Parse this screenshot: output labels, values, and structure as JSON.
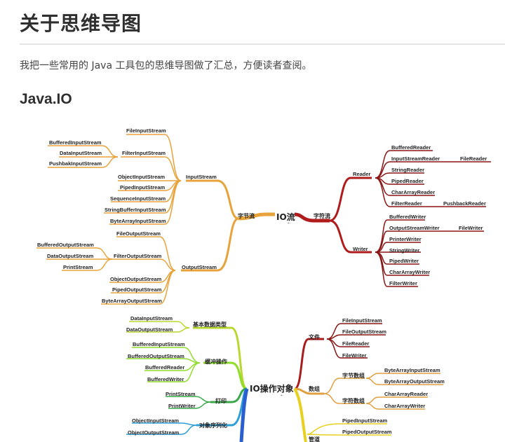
{
  "page": {
    "title": "关于思维导图",
    "intro": "我把一些常用的 Java 工具包的思维导图做了汇总，方便读者查阅。",
    "section_title": "Java.IO"
  },
  "mindmap_io_stream": {
    "root": "IO流",
    "branches": {
      "byte_stream": {
        "label": "字节流",
        "color": "#e8a23a",
        "input": {
          "label": "InputStream",
          "children": [
            "FileInputStream",
            "FilterInputStream",
            "ObjectInputStream",
            "PipedInputStream",
            "SequenceInputStream",
            "StringBufferInputStream",
            "ByteArrayInputStream"
          ],
          "filter_children": [
            "BufferedInputStream",
            "DataInputStream",
            "PushbakInputStream"
          ]
        },
        "output": {
          "label": "OutputStream",
          "children": [
            "FileOutputStream",
            "FilterOutputStream",
            "ObjectOutputStream",
            "PipedOutputStream",
            "ByteArrayOutputStream"
          ],
          "filter_children": [
            "BufferedOutputStream",
            "DataOutputStream",
            "PrintStream"
          ]
        }
      },
      "char_stream": {
        "label": "字符流",
        "color": "#b01c1c",
        "reader": {
          "label": "Reader",
          "children": [
            "BufferedReader",
            "InputStreamReader",
            "StringReader",
            "PipedReader",
            "CharArrayReader",
            "FilterReader"
          ],
          "sub": {
            "InputStreamReader": "FileReader",
            "FilterReader": "PushbackReader"
          }
        },
        "writer": {
          "label": "Writer",
          "children": [
            "BufferedWriter",
            "OutputStreamWriter",
            "PrinterWriter",
            "StringWriter",
            "PipedWriter",
            "CharArrayWriter",
            "FilterWriter"
          ],
          "sub": {
            "OutputStreamWriter": "FileWriter"
          }
        }
      }
    }
  },
  "mindmap_io_objects": {
    "root": "IO操作对象",
    "left": [
      {
        "label": "基本数据类型",
        "color": "#b8d830",
        "children": [
          "DataInputStream",
          "DataOutputStream"
        ]
      },
      {
        "label": "缓冲操作",
        "color": "#8fdc2a",
        "children": [
          "BufferedInputStream",
          "BufferedOutputStream",
          "BufferedReader",
          "BufferedWriter"
        ]
      },
      {
        "label": "打印",
        "color": "#3aa84a",
        "children": [
          "PrintStream",
          "PrintWriter"
        ]
      },
      {
        "label": "对象序列化",
        "color": "#2f9fd8",
        "children": [
          "ObjectInputStream",
          "ObjectOutputStream"
        ]
      }
    ],
    "right": [
      {
        "label": "文件",
        "color": "#a81c1c",
        "children": [
          "FileInputStream",
          "FileOutputStream",
          "FileReader",
          "FileWriter"
        ]
      },
      {
        "label": "数组",
        "color": "#e0a040",
        "groups": [
          {
            "label": "字节数组",
            "children": [
              "ByteArrayInputStream",
              "ByteArrayOutputStream"
            ]
          },
          {
            "label": "字符数组",
            "children": [
              "CharArrayReader",
              "CharArrayWriter"
            ]
          }
        ]
      },
      {
        "label": "管道",
        "color": "#e8d020",
        "children": [
          "PipedInputStream",
          "PipedOutputStream"
        ]
      }
    ]
  }
}
